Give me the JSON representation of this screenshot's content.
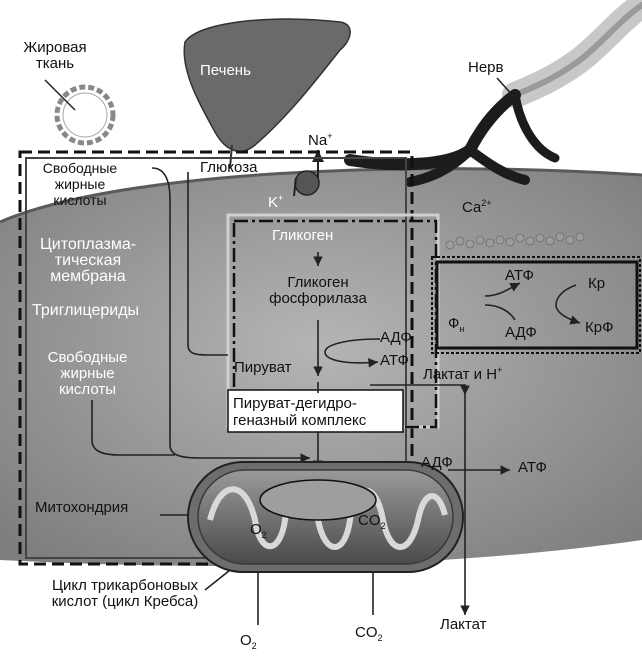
{
  "labels": {
    "adipose": "Жировая\nткань",
    "liver": "Печень",
    "nerve": "Нерв",
    "na": "Na",
    "na_sup": "+",
    "k": "K",
    "k_sup": "+",
    "ca": "Ca",
    "ca_sup": "2+",
    "ffa_top": "Свободные\nжирные\nкислоты",
    "glucose": "Глюкоза",
    "membrane": "Цитоплазма-\nтическая\nмембрана",
    "triglycerides": "Триглицериды",
    "ffa_bottom": "Свободные\nжирные\nкислоты",
    "glycogen": "Гликоген",
    "phosphorylase": "Гликоген\nфосфорилаза",
    "adp_1": "АДФ",
    "atp_1": "АТФ",
    "pyruvate": "Пируват",
    "pdh": "Пируват-дегидро-\nгеназный комплекс",
    "atp_cycle": "АТФ",
    "kr": "Кр",
    "pn": "Ф",
    "pn_sub": "н",
    "adp_cycle": "АДФ",
    "krf": "КрФ",
    "lactate_h": "Лактат и Н",
    "lactate_h_sup": "+",
    "adp_2": "АДФ",
    "atp_2": "АТФ",
    "mitochondria": "Митохондрия",
    "o2_in": "O",
    "o2_in_sub": "2",
    "co2_in": "CO",
    "co2_in_sub": "2",
    "krebs": "Цикл трикарбоновых\nкислот (цикл Кребса)",
    "o2_out": "O",
    "o2_out_sub": "2",
    "co2_out": "CO",
    "co2_out_sub": "2",
    "lactate": "Лактат"
  }
}
